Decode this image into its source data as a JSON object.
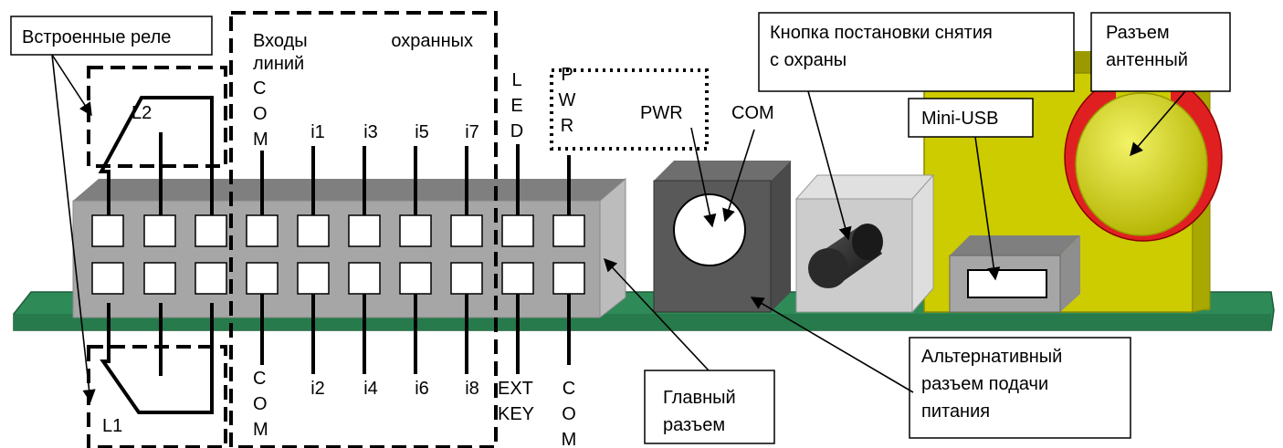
{
  "callouts": {
    "relays": "Встроенные реле",
    "main_connector": [
      "Главный",
      "разъем"
    ],
    "arm_button": [
      "Кнопка постановки снятия",
      "с охраны"
    ],
    "antenna": [
      "Разъем",
      "антенный"
    ],
    "mini_usb": "Mini-USB",
    "alt_power": [
      "Альтернативный",
      "разъем подачи",
      "питания"
    ]
  },
  "inputs_group": {
    "title_words": [
      "Входы",
      "охранных"
    ],
    "title_line2": "линий"
  },
  "pins_top": {
    "com": [
      "C",
      "O",
      "M"
    ],
    "i1": "i1",
    "i3": "i3",
    "i5": "i5",
    "i7": "i7",
    "led": [
      "L",
      "E",
      "D"
    ],
    "pwr_vertical": [
      "P",
      "W",
      "R"
    ],
    "pwr": "PWR",
    "com_jack": "COM"
  },
  "pins_bottom": {
    "com": [
      "C",
      "O",
      "M"
    ],
    "i2": "i2",
    "i4": "i4",
    "i6": "i6",
    "i8": "i8",
    "ext_key": [
      "EXT",
      "KEY"
    ],
    "com_right": [
      "C",
      "O",
      "M"
    ]
  },
  "relay_labels": {
    "l2": "L2",
    "l1": "L1"
  },
  "colors": {
    "pcb": "#2e8b57",
    "connector_front": "#a6a6a6",
    "connector_top": "#7f7f7f",
    "dc_jack": "#595959",
    "button_block": "#cccccc",
    "antenna_yellow": "#cccc00",
    "antenna_red": "#e02020"
  }
}
